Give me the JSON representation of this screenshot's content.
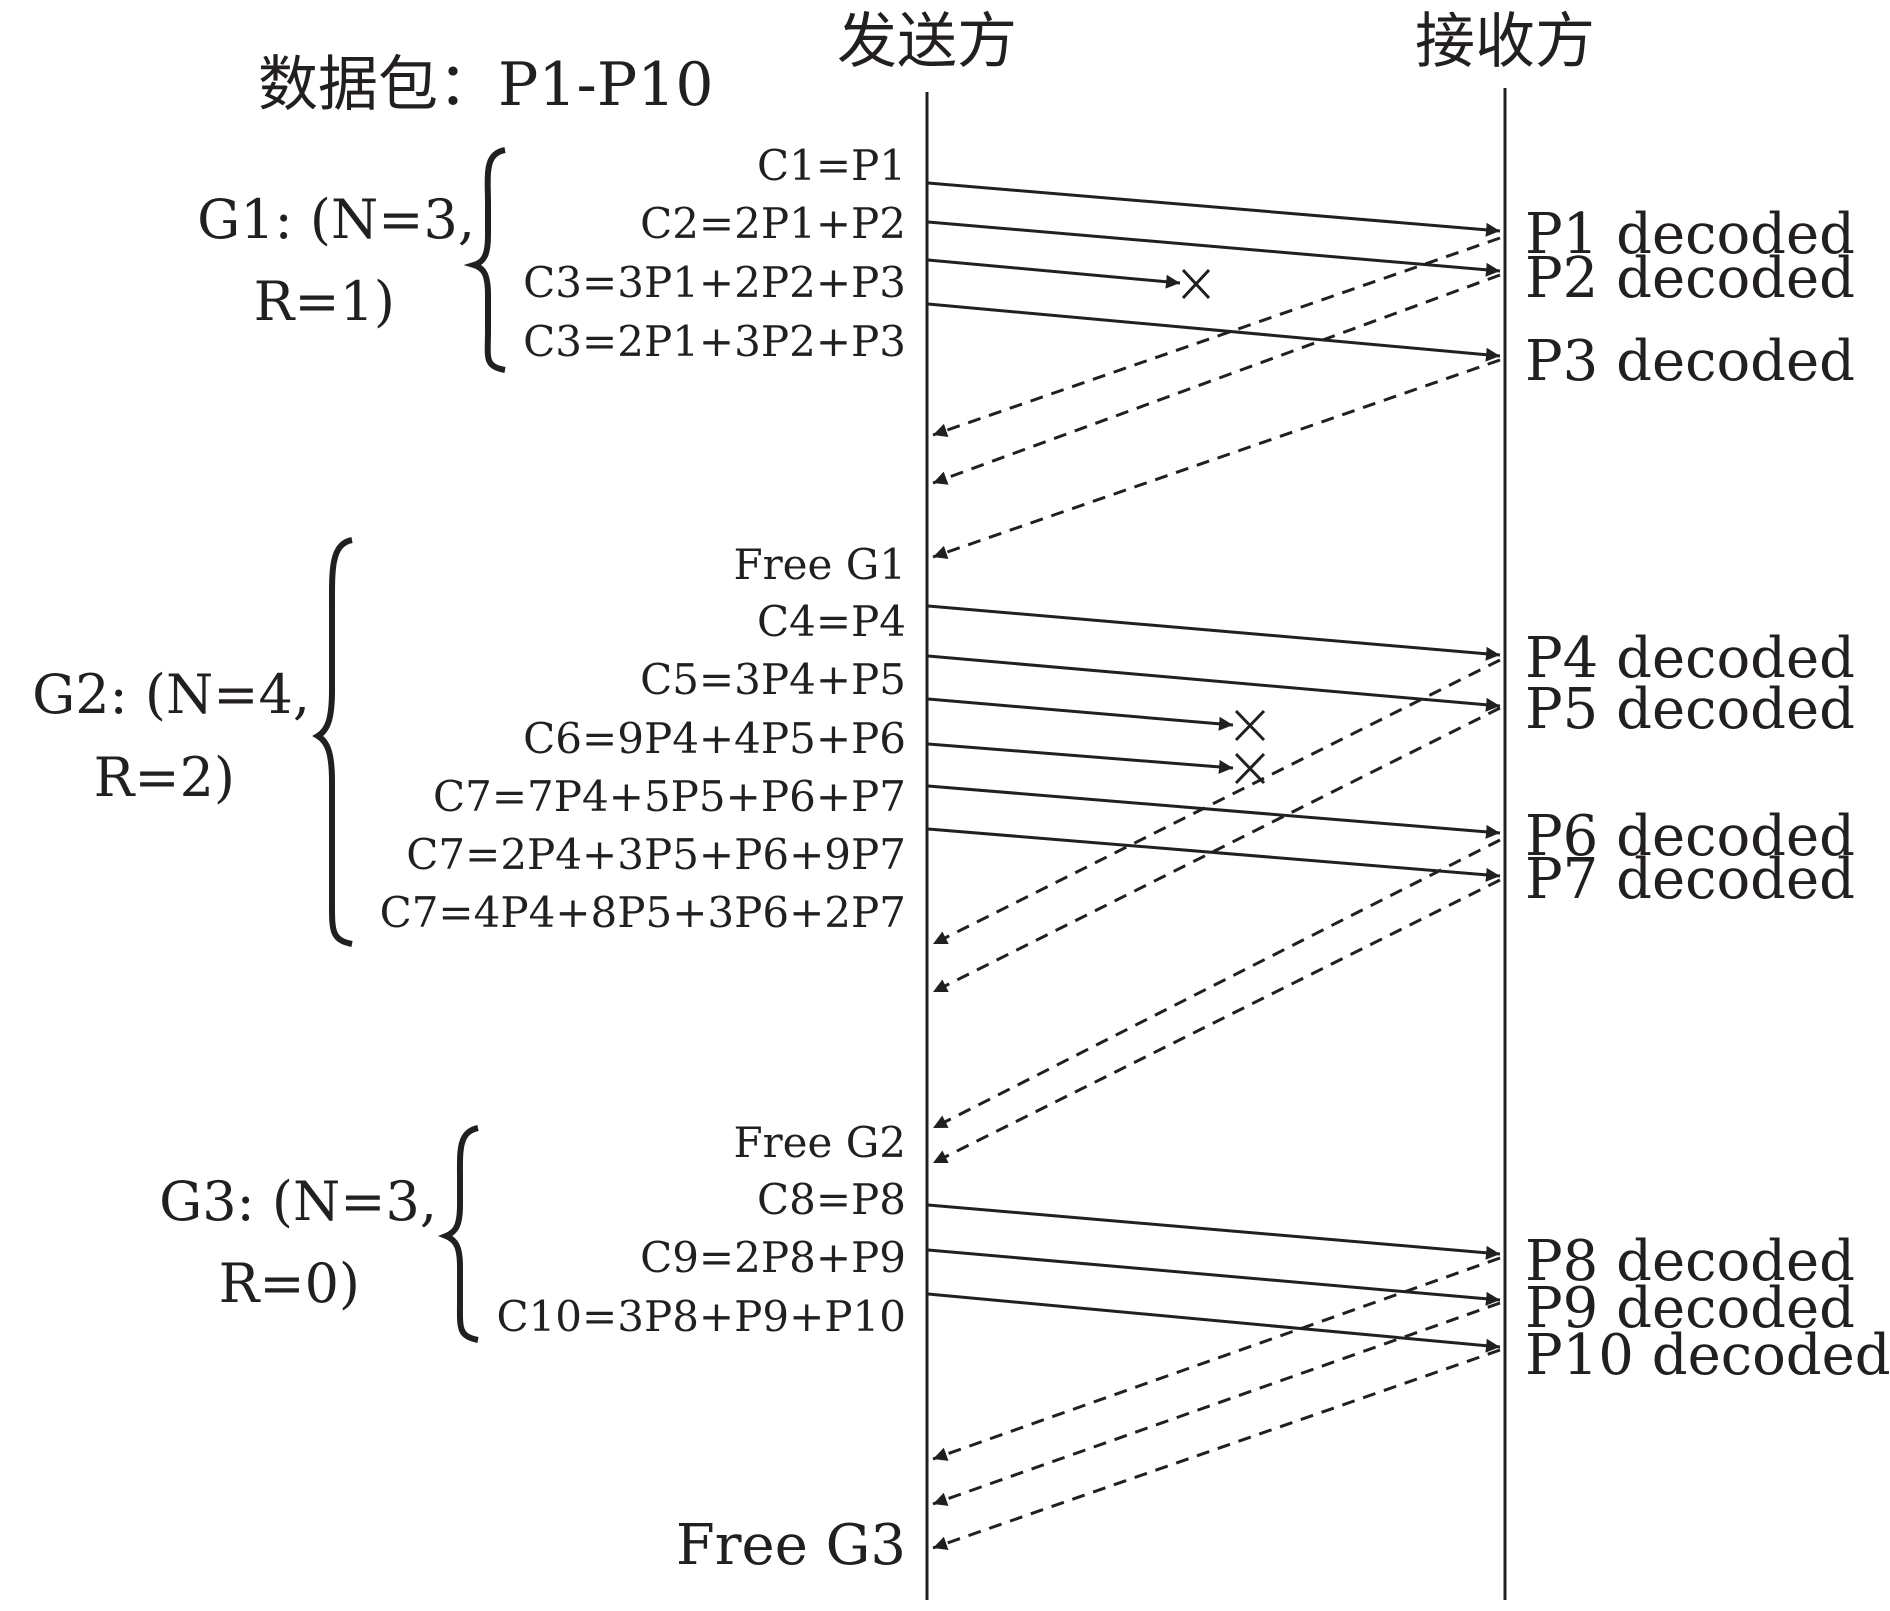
{
  "header": {
    "title": "数据包：P1-P10",
    "sender": "发送方",
    "receiver": "接收方"
  },
  "groups": [
    {
      "label_line1": "G1: (N=3,",
      "label_line2": "R=1)",
      "packets": [
        {
          "text": "C1=P1",
          "lost": false,
          "decoded": "P1 decoded"
        },
        {
          "text": "C2=2P1+P2",
          "lost": false,
          "decoded": "P2 decoded"
        },
        {
          "text": "C3=3P1+2P2+P3",
          "lost": true,
          "decoded": ""
        },
        {
          "text": "C3=2P1+3P2+P3",
          "lost": false,
          "decoded": "P3 decoded"
        }
      ],
      "free_label": "Free G1"
    },
    {
      "label_line1": "G2: (N=4,",
      "label_line2": "R=2)",
      "packets": [
        {
          "text": "C4=P4",
          "lost": false,
          "decoded": "P4 decoded"
        },
        {
          "text": "C5=3P4+P5",
          "lost": false,
          "decoded": "P5 decoded"
        },
        {
          "text": "C6=9P4+4P5+P6",
          "lost": true,
          "decoded": ""
        },
        {
          "text": "C7=7P4+5P5+P6+P7",
          "lost": true,
          "decoded": ""
        },
        {
          "text": "C7=2P4+3P5+P6+9P7",
          "lost": false,
          "decoded": "P6 decoded"
        },
        {
          "text": "C7=4P4+8P5+3P6+2P7",
          "lost": false,
          "decoded": "P7 decoded"
        }
      ],
      "free_label": "Free G2"
    },
    {
      "label_line1": "G3: (N=3,",
      "label_line2": "R=0)",
      "packets": [
        {
          "text": "C8=P8",
          "lost": false,
          "decoded": "P8 decoded"
        },
        {
          "text": "C9=2P8+P9",
          "lost": false,
          "decoded": "P9 decoded"
        },
        {
          "text": "C10=3P8+P9+P10",
          "lost": false,
          "decoded": "P10 decoded"
        }
      ],
      "free_label": "Free G3"
    }
  ],
  "colors": {
    "ink": "#231f20",
    "background": "#ffffff"
  }
}
